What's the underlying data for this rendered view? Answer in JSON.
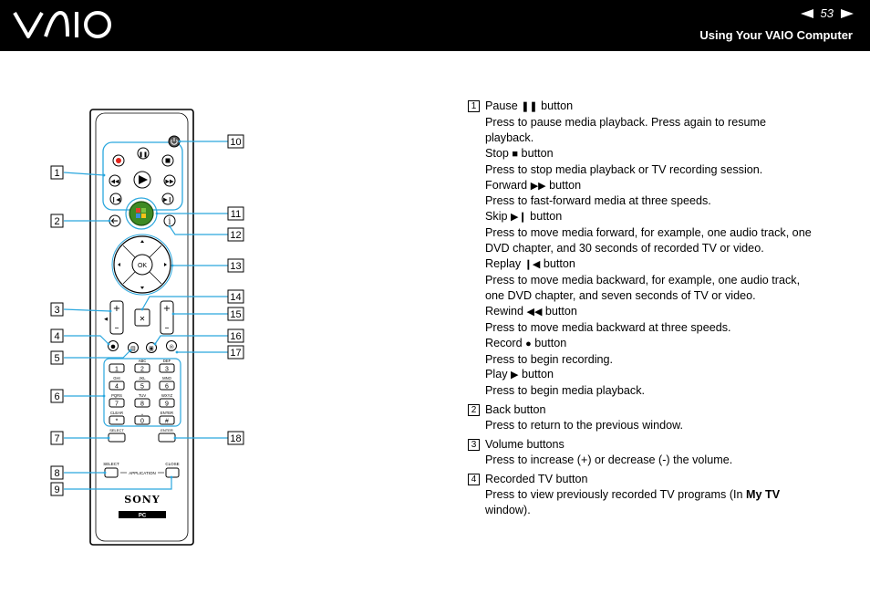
{
  "header": {
    "logo_text": "VAIO",
    "page_number": "53",
    "section_title": "Using Your VAIO Computer"
  },
  "remote": {
    "callouts": [
      "1",
      "2",
      "3",
      "4",
      "5",
      "6",
      "7",
      "8",
      "9",
      "10",
      "11",
      "12",
      "13",
      "14",
      "15",
      "16",
      "17",
      "18"
    ],
    "ok_label": "OK",
    "brand": "SONY",
    "pc_label": "PC",
    "application_label": "APPLICATION",
    "select_label": "SELECT",
    "close_label": "CLOSE",
    "keypad": [
      {
        "num": "1",
        "letters": ""
      },
      {
        "num": "2",
        "letters": "ABC"
      },
      {
        "num": "3",
        "letters": "DEF"
      },
      {
        "num": "4",
        "letters": "GHI"
      },
      {
        "num": "5",
        "letters": "JKL"
      },
      {
        "num": "6",
        "letters": "MNO"
      },
      {
        "num": "7",
        "letters": "PQRS"
      },
      {
        "num": "8",
        "letters": "TUV"
      },
      {
        "num": "9",
        "letters": "WXYZ"
      },
      {
        "num": "*",
        "letters": "CLEAR"
      },
      {
        "num": "0",
        "letters": "␣"
      },
      {
        "num": "#",
        "letters": "ENTER"
      }
    ]
  },
  "descriptions": [
    {
      "num": "1",
      "lines": [
        {
          "pre": "Pause ",
          "glyph": "❚❚",
          "post": " button"
        },
        {
          "pre": "Press to pause media playback. Press again to resume",
          "glyph": "",
          "post": ""
        },
        {
          "pre": "playback.",
          "glyph": "",
          "post": ""
        },
        {
          "pre": "Stop ",
          "glyph": "■",
          "post": " button"
        },
        {
          "pre": "Press to stop media playback or TV recording session.",
          "glyph": "",
          "post": ""
        },
        {
          "pre": "Forward ",
          "glyph": "▶▶",
          "post": " button"
        },
        {
          "pre": "Press to fast-forward media at three speeds.",
          "glyph": "",
          "post": ""
        },
        {
          "pre": "Skip ",
          "glyph": "▶❙",
          "post": " button"
        },
        {
          "pre": "Press to move media forward, for example, one audio track, one",
          "glyph": "",
          "post": ""
        },
        {
          "pre": "DVD chapter, and 30 seconds of recorded TV or video.",
          "glyph": "",
          "post": ""
        },
        {
          "pre": "Replay ",
          "glyph": "❙◀",
          "post": " button"
        },
        {
          "pre": "Press to move media backward, for example, one audio track,",
          "glyph": "",
          "post": ""
        },
        {
          "pre": "one DVD chapter, and seven seconds of TV or video.",
          "glyph": "",
          "post": ""
        },
        {
          "pre": "Rewind ",
          "glyph": "◀◀",
          "post": " button"
        },
        {
          "pre": "Press to move media backward at three speeds.",
          "glyph": "",
          "post": ""
        },
        {
          "pre": "Record ",
          "glyph": "●",
          "post": " button"
        },
        {
          "pre": "Press to begin recording.",
          "glyph": "",
          "post": ""
        },
        {
          "pre": "Play ",
          "glyph": "▶",
          "post": " button"
        },
        {
          "pre": "Press to begin media playback.",
          "glyph": "",
          "post": ""
        }
      ]
    },
    {
      "num": "2",
      "lines": [
        {
          "pre": "Back button",
          "glyph": "",
          "post": ""
        },
        {
          "pre": "Press to return to the previous window.",
          "glyph": "",
          "post": ""
        }
      ]
    },
    {
      "num": "3",
      "lines": [
        {
          "pre": "Volume buttons",
          "glyph": "",
          "post": ""
        },
        {
          "pre": "Press to increase (+) or decrease (-) the volume.",
          "glyph": "",
          "post": ""
        }
      ]
    },
    {
      "num": "4",
      "lines": [
        {
          "pre": "Recorded TV button",
          "glyph": "",
          "post": ""
        },
        {
          "pre": "Press to view previously recorded TV programs (In ",
          "glyph": "",
          "post": "",
          "bold": "My TV"
        },
        {
          "pre": "window).",
          "glyph": "",
          "post": ""
        }
      ]
    }
  ]
}
